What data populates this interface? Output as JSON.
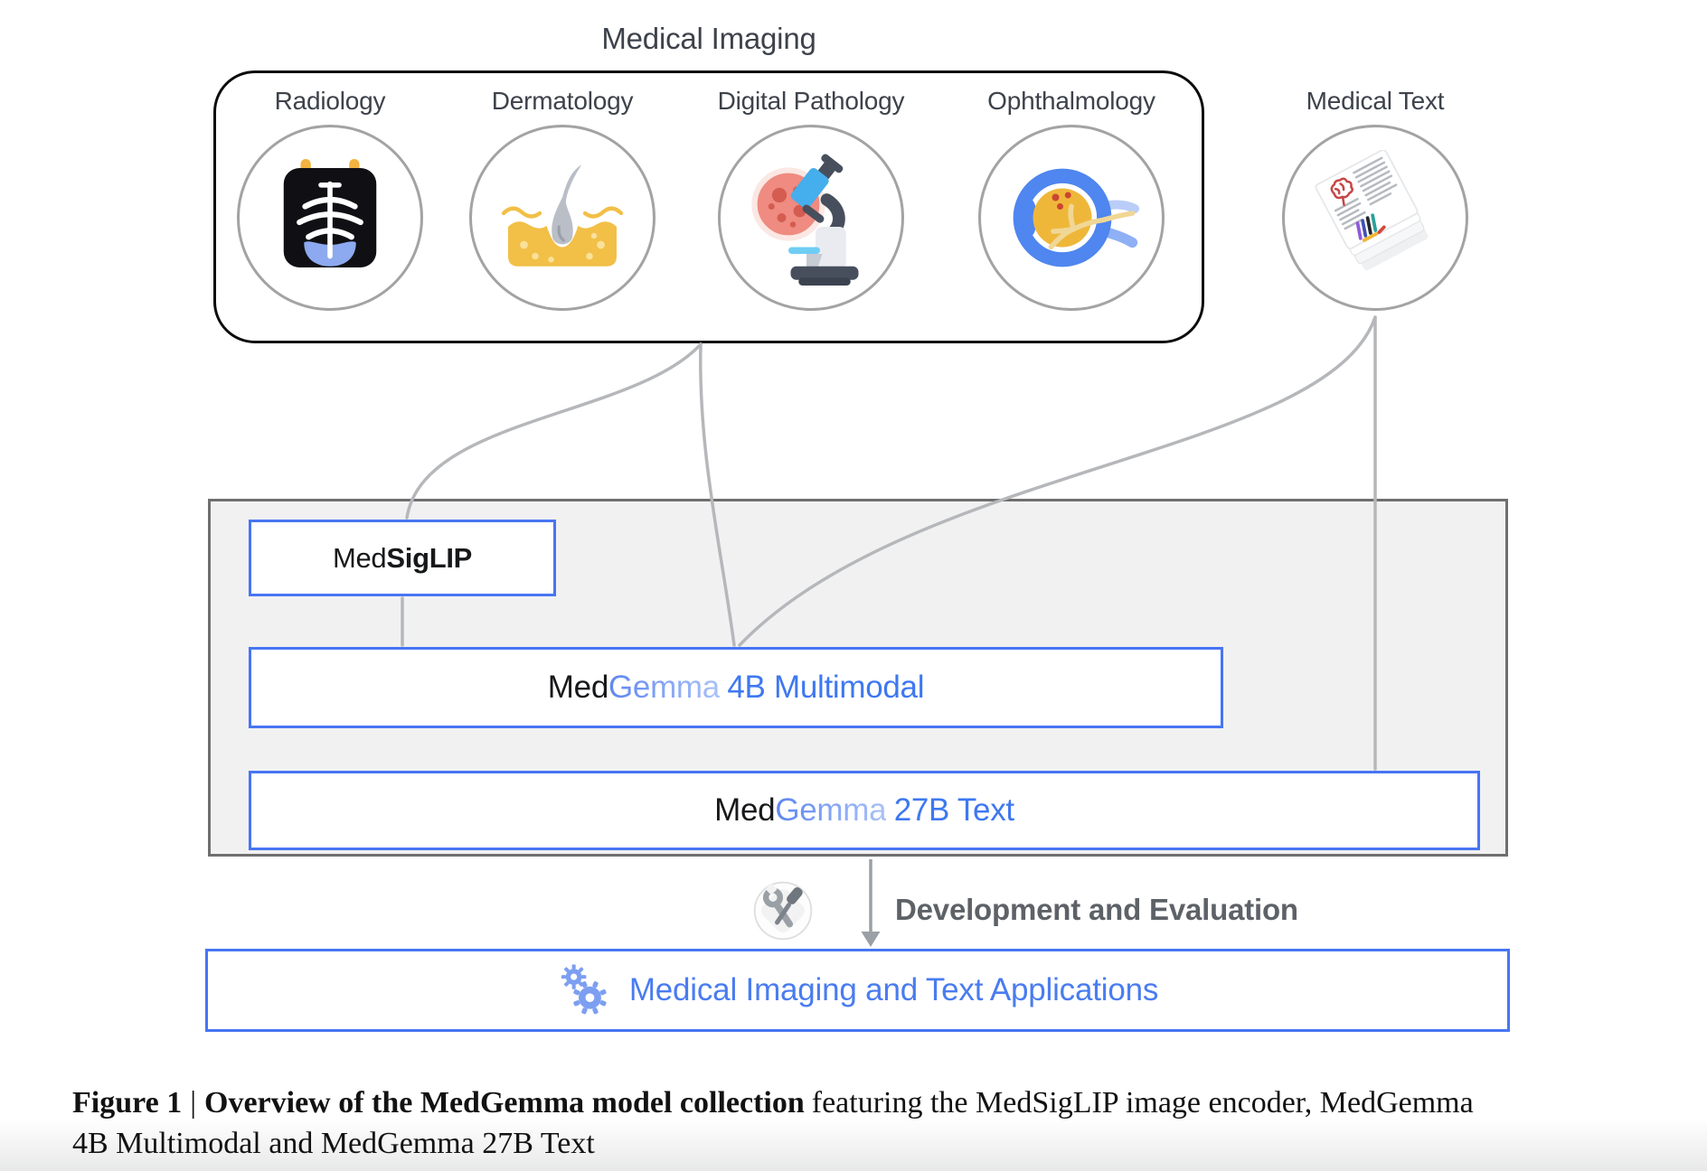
{
  "figure": {
    "medical_imaging": {
      "title": "Medical Imaging",
      "items": [
        {
          "label": "Radiology",
          "icon": "radiology-xray-icon"
        },
        {
          "label": "Dermatology",
          "icon": "dermatology-skin-icon"
        },
        {
          "label": "Digital Pathology",
          "icon": "digital-pathology-microscope-icon"
        },
        {
          "label": "Ophthalmology",
          "icon": "ophthalmology-eye-icon"
        }
      ]
    },
    "medical_text": {
      "label": "Medical Text",
      "icon": "medical-text-papers-icon"
    },
    "models": {
      "medsiglip": {
        "name_plain": "Med",
        "name_bold": "SigLIP"
      },
      "medgemma_4b": {
        "name_black": "Med",
        "name_gradient": "Gemma",
        "name_blue": "4B Multimodal"
      },
      "medgemma_27b": {
        "name_black": "Med",
        "name_gradient": "Gemma",
        "name_blue": "27B Text"
      }
    },
    "development_label": "Development and Evaluation",
    "applications_label": "Medical Imaging and Text Applications"
  },
  "caption": {
    "figure_label": "Figure 1",
    "separator": "|",
    "title_bold": "Overview of the MedGemma model collection",
    "line1_rest": "featuring the MedSigLIP image encoder, MedGemma",
    "line2": "4B Multimodal and MedGemma 27B Text"
  },
  "colors": {
    "accent_blue_border": "#4775f2",
    "model_text_blue": "#3e78f1",
    "gemma_gradient_start": "#5f86f0",
    "gemma_gradient_end": "#aac2f9",
    "applications_text_blue": "#4a7cf0",
    "gears_blue": "#7d9ff1",
    "development_gray": "#5d6268",
    "container_bg": "#f1f1f2",
    "container_border": "#6f6f6f",
    "connector_gray": "#b5b7ba",
    "arrow_gray": "#9aa0a6",
    "circle_border": "#a3a3a3",
    "label_dark": "#3d424b"
  }
}
